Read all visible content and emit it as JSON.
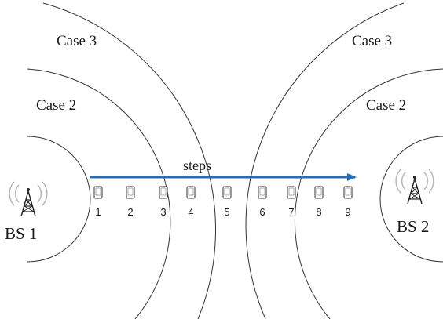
{
  "labels": {
    "case3_left": "Case 3",
    "case3_right": "Case 3",
    "case2_left": "Case 2",
    "case2_right": "Case 2",
    "bs1": "BS 1",
    "bs2": "BS 2",
    "steps": "steps"
  },
  "positions": [
    "1",
    "2",
    "3",
    "4",
    "5",
    "6",
    "7",
    "8",
    "9"
  ],
  "colors": {
    "arrow": "#1f6fc0",
    "arc": "#333333",
    "wave": "#b8b8b8",
    "tower": "#222222"
  },
  "icons": {
    "base_station": "antenna-tower-icon",
    "device": "mobile-device-icon"
  }
}
